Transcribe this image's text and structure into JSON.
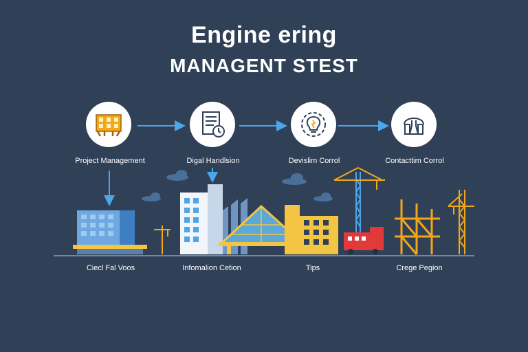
{
  "header": {
    "title_line1": "Engine ering",
    "title_line2": "MANAGENT STEST"
  },
  "steps": [
    {
      "label": "Project Management",
      "icon": "building-plan-icon"
    },
    {
      "label": "Digal Handlsion",
      "icon": "document-clock-icon"
    },
    {
      "label": "Devislim Corrol",
      "icon": "lightbulb-gear-icon"
    },
    {
      "label": "Contacttim Corrol",
      "icon": "factory-flask-icon"
    }
  ],
  "bottom_labels": [
    {
      "label": "Ciecl Fal Voos"
    },
    {
      "label": "Infomalion Cetion"
    },
    {
      "label": "Tips"
    },
    {
      "label": "Crege Pegion"
    }
  ],
  "colors": {
    "background": "#2f4057",
    "accent_blue": "#4da6ea",
    "accent_yellow": "#f4c542",
    "accent_red": "#e03a3a",
    "icon_navy": "#2f4057"
  }
}
